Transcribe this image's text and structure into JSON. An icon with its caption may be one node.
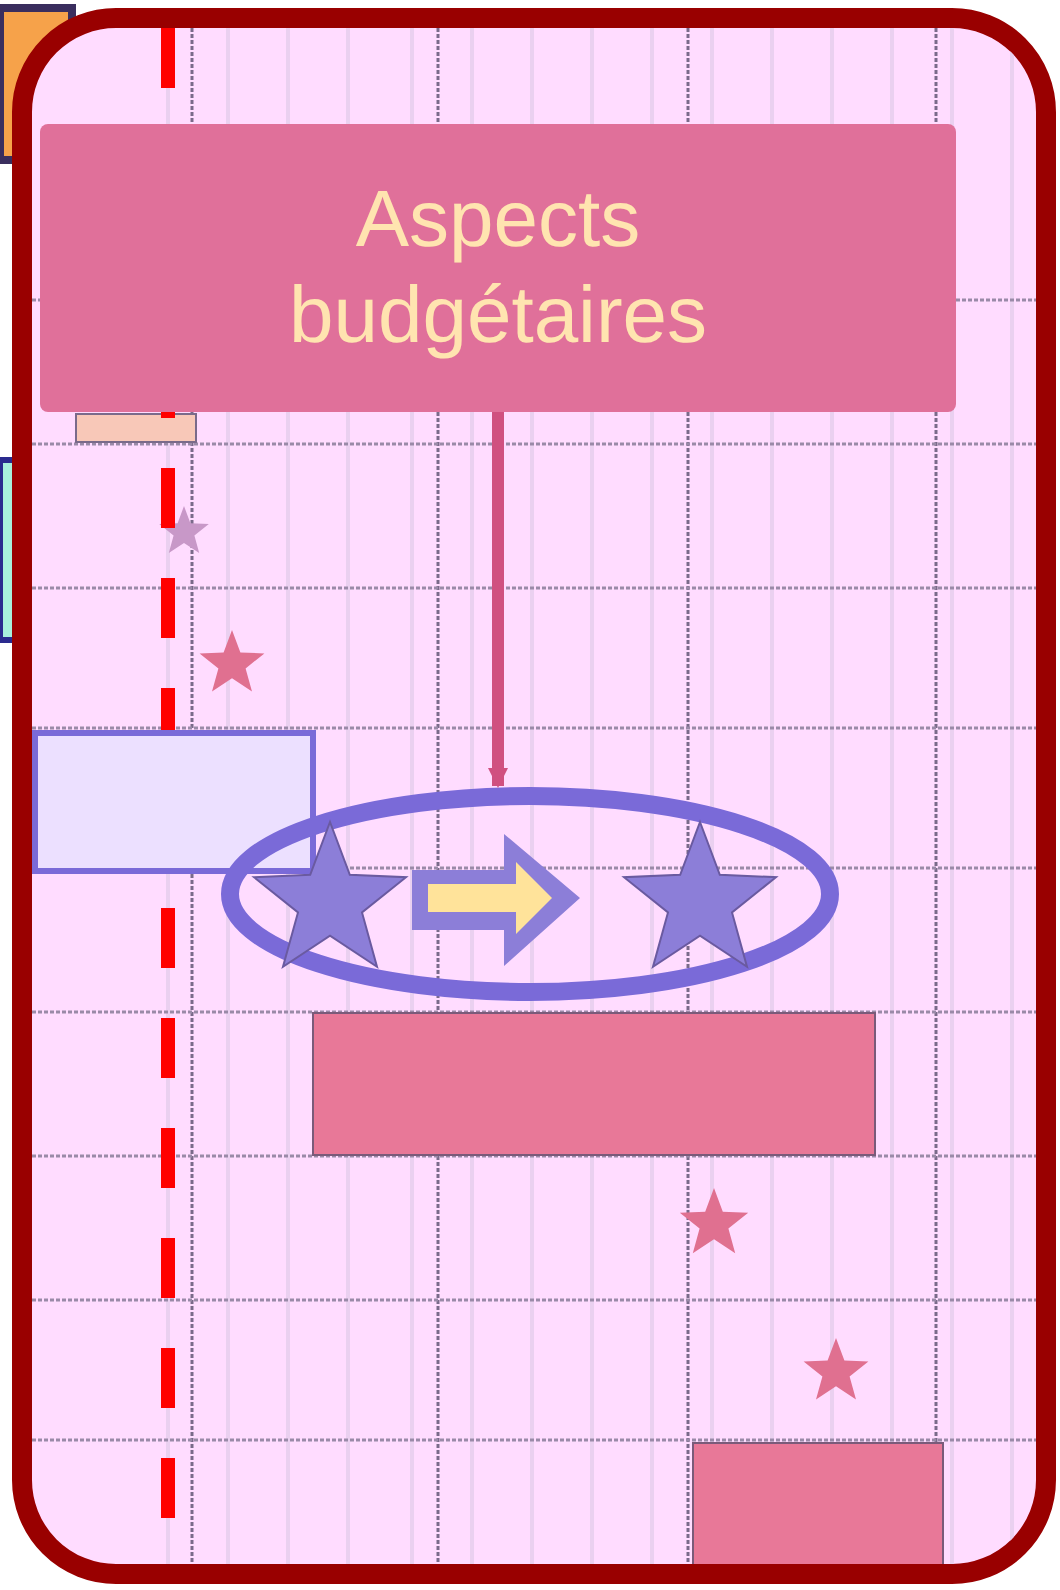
{
  "diagram": {
    "nodes": [
      {
        "text": [],
        "shape": "box"
      },
      {
        "text": [
          "Aspects budgétaires"
        ],
        "in": 0
      },
      {
        "text": [],
        "shape": "rectangle",
        "in": 0
      },
      {
        "text": [],
        "shape": "ellipse",
        "in": 0
      },
      {
        "text": [],
        "shape": "bar",
        "in": 0
      },
      {
        "text": [],
        "shape": "bar",
        "in": 0
      }
    ],
    "edges": [
      {
        "from": 1,
        "to": 3,
        "arrow": "to"
      }
    ]
  }
}
